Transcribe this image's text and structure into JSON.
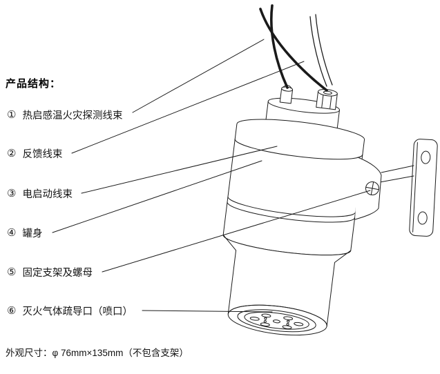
{
  "title": "产品结构：",
  "items": [
    {
      "num": "①",
      "label": "热启感温火灾探测线束"
    },
    {
      "num": "②",
      "label": "反馈线束"
    },
    {
      "num": "③",
      "label": "电启动线束"
    },
    {
      "num": "④",
      "label": "罐身"
    },
    {
      "num": "⑤",
      "label": "固定支架及螺母"
    },
    {
      "num": "⑥",
      "label": "灭火气体疏导口（喷口）"
    }
  ],
  "footer": "外观尺寸：φ 76mm×135mm（不包含支架）",
  "colors": {
    "line": "#1a1a1a",
    "text": "#000000",
    "background": "#ffffff"
  }
}
